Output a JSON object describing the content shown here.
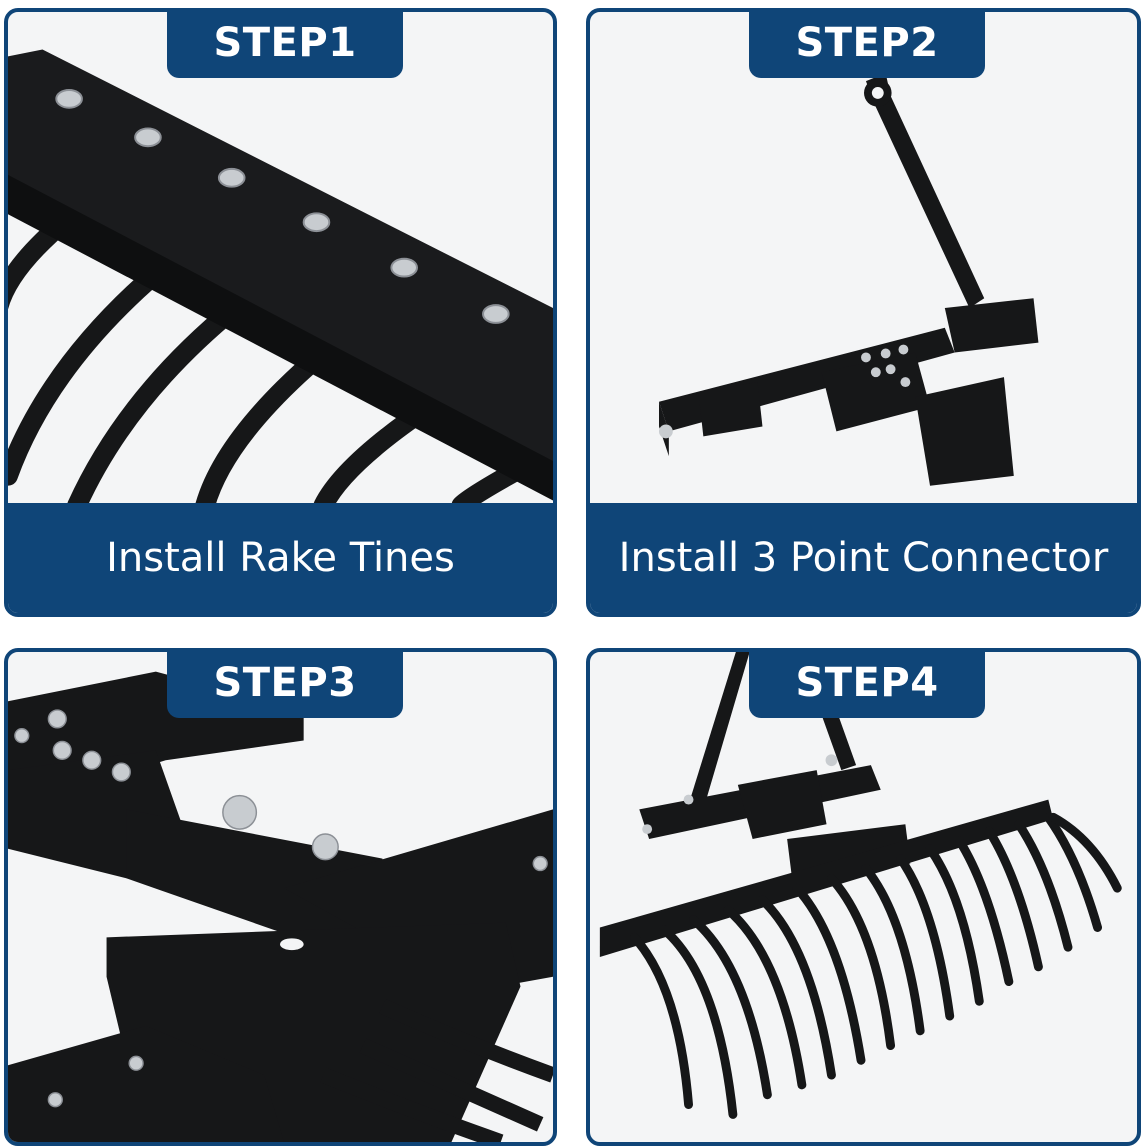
{
  "steps": [
    {
      "label": "STEP1",
      "caption": "Install Rake Tines"
    },
    {
      "label": "STEP2",
      "caption": "Install 3 Point Connector"
    },
    {
      "label": "STEP3"
    },
    {
      "label": "STEP4"
    }
  ],
  "colors": {
    "frame": "#0f4578",
    "photo_bg": "#f4f5f6",
    "metal": "#161718",
    "bolt": "#c8ccd0"
  }
}
